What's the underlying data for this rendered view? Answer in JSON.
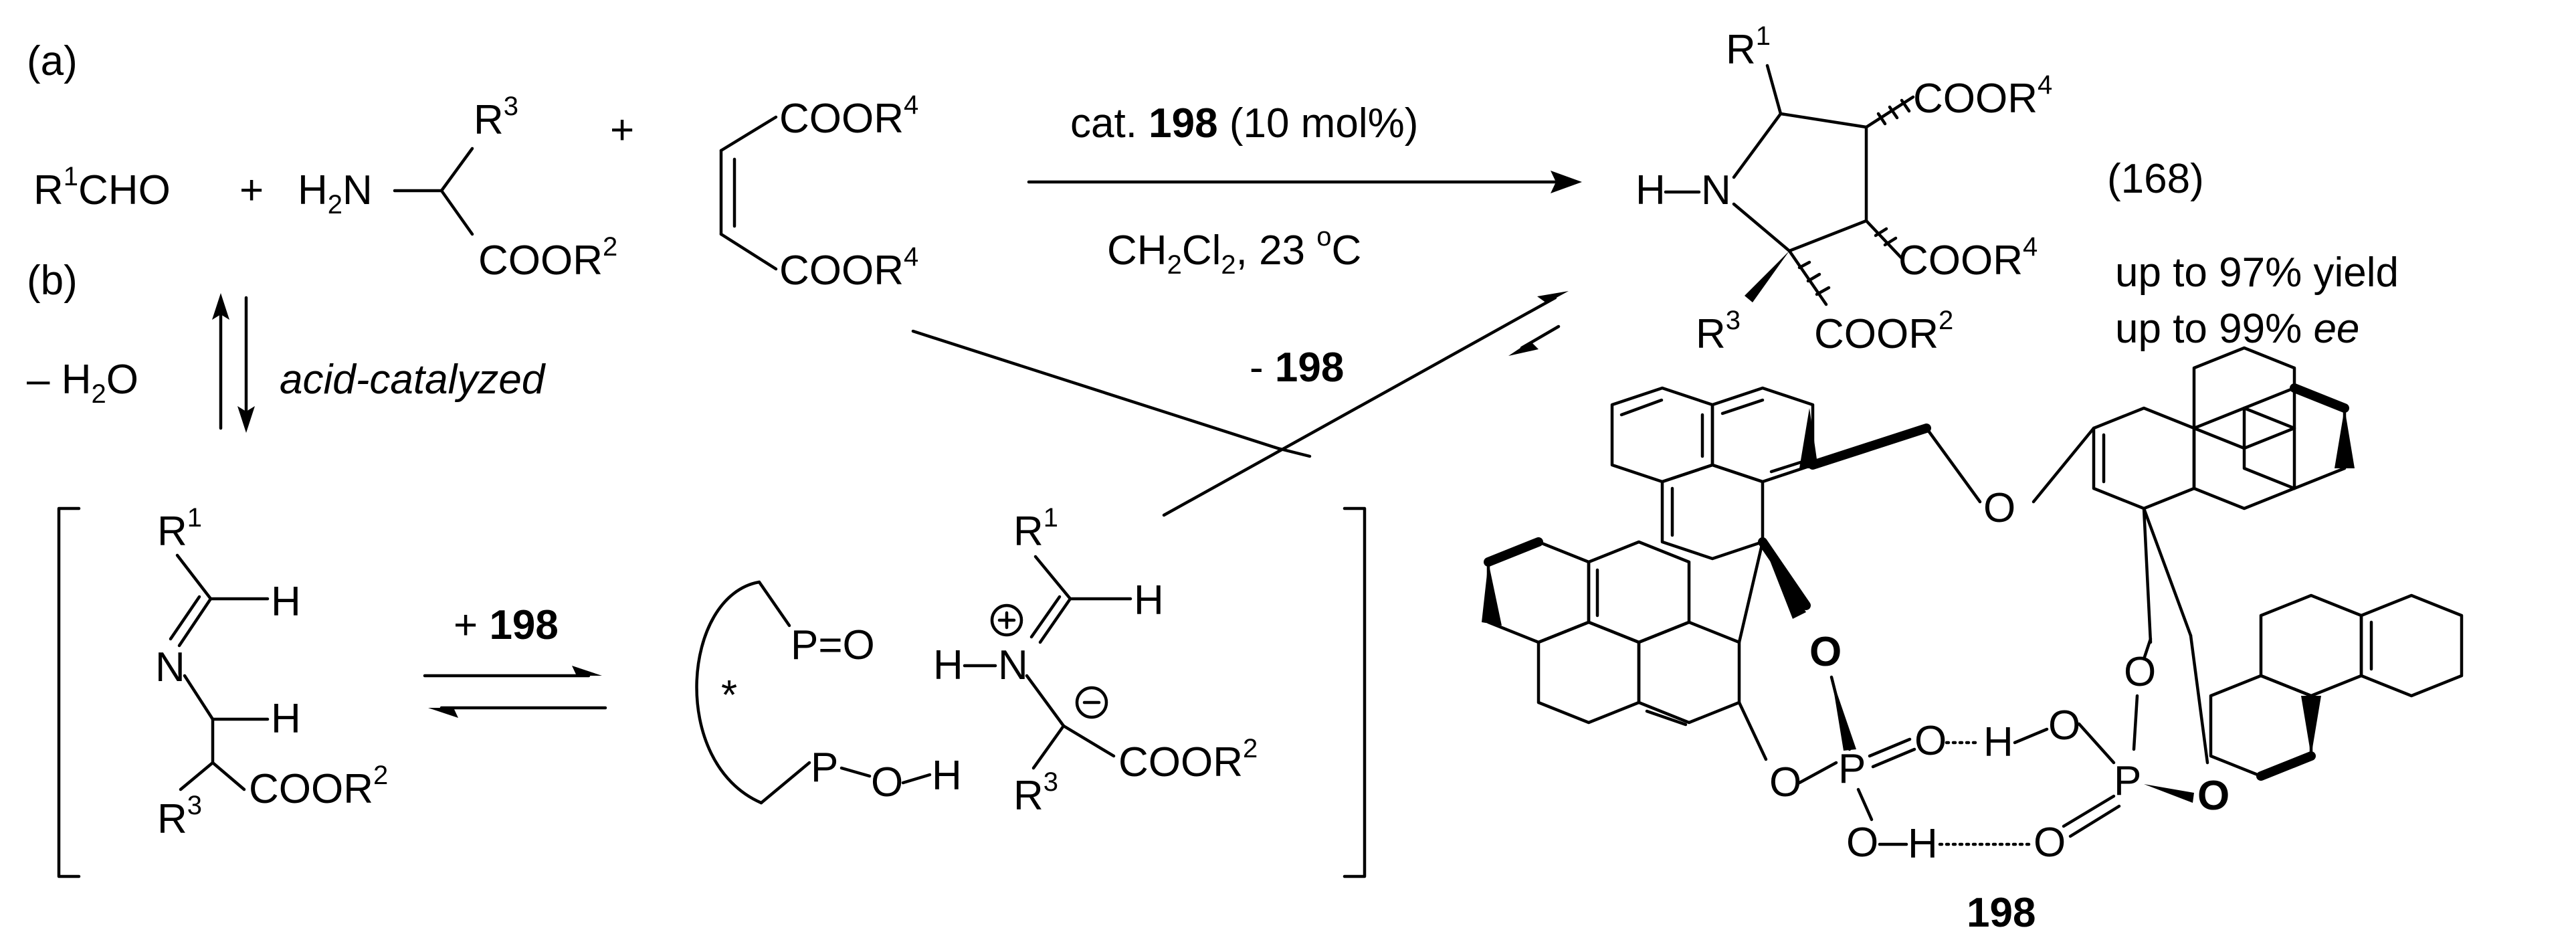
{
  "labels": {
    "part_a": "(a)",
    "part_b": "(b)",
    "eq_number": "(168)",
    "plus": "+",
    "amine_H2N": "H2N",
    "cond_cat_prefix": "cat. ",
    "cat_number": "198",
    "cond_cat_suffix": " (10 mol%)",
    "cond_solvent": "CH2Cl2, 23 oC",
    "yield": "up to 97% yield",
    "ee_prefix": "up to 99% ",
    "ee_suffix": "ee",
    "minus_cat_prefix": "- ",
    "minus_water": "– H2O",
    "acid_catalyzed": "acid-catalyzed",
    "plus_cat_prefix": "+ ",
    "compound_label": "198"
  },
  "atoms": {
    "R1CHO": "R1CHO",
    "R1": "R1",
    "R2": "R2",
    "R3": "R3",
    "R4": "R4",
    "COOR4": "COOR4",
    "COOR2": "COOR2",
    "H": "H",
    "N": "N",
    "O": "O",
    "P": "P",
    "P_O_double": "P=O",
    "star": "*",
    "plus_charge": "+",
    "minus_charge": "−"
  }
}
